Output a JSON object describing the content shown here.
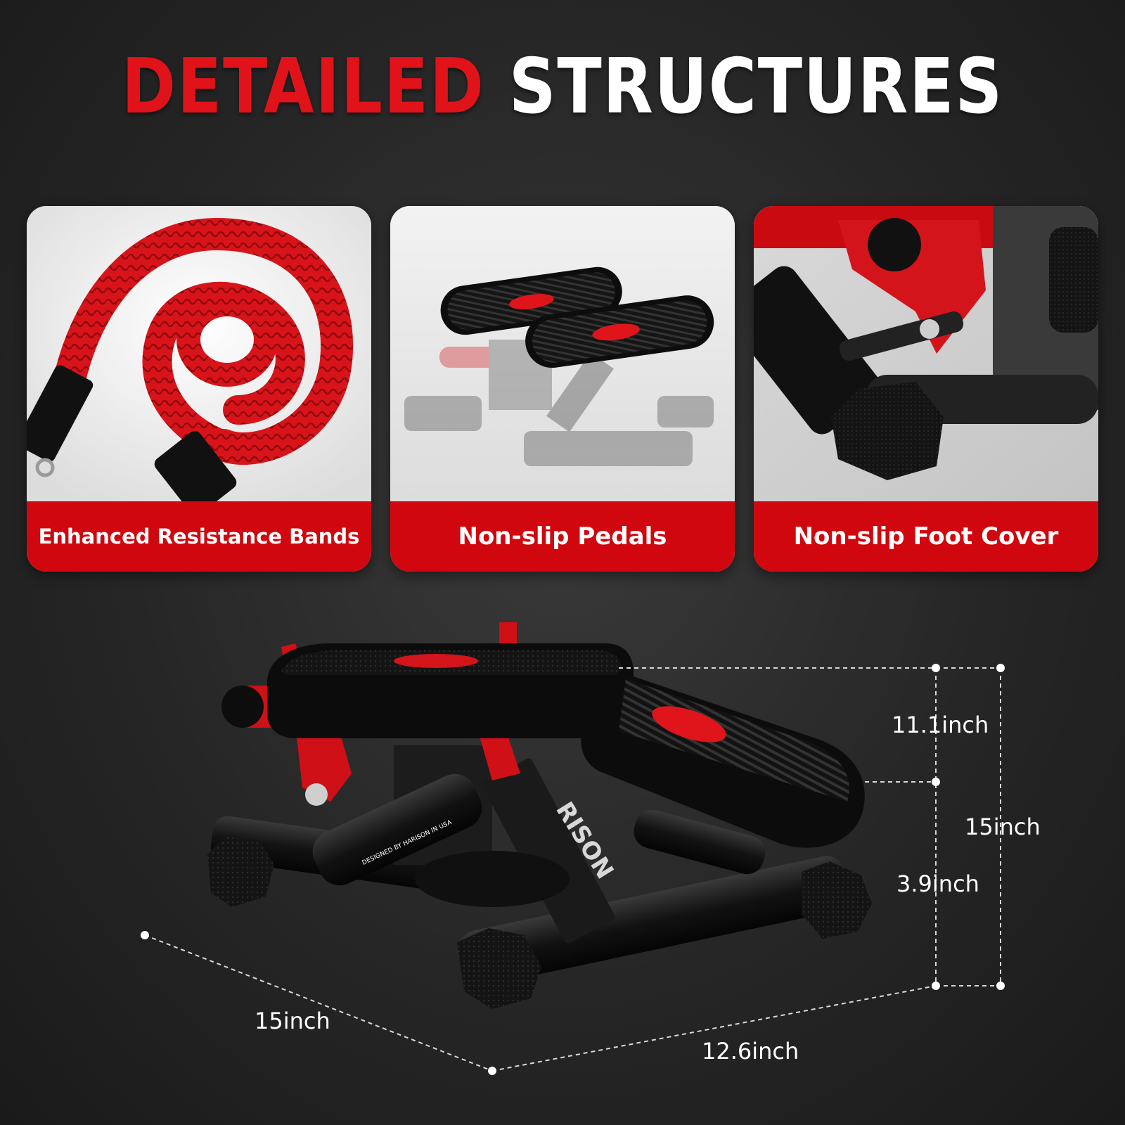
{
  "headline": {
    "word_red": "DETAILED",
    "word_white": "STRUCTURES"
  },
  "features": [
    {
      "caption": "Enhanced Resistance Bands",
      "icon": "resistance-band-photo"
    },
    {
      "caption": "Non-slip Pedals",
      "icon": "pedals-photo"
    },
    {
      "caption": "Non-slip Foot Cover",
      "icon": "foot-cover-photo"
    }
  ],
  "product": {
    "brand": "RISON",
    "sticker": "DESIGNED BY HARISON IN USA"
  },
  "dimensions": {
    "pedal_depth": "11.1inch",
    "height_total": "15inch",
    "height_base": "3.9inch",
    "length": "15inch",
    "width": "12.6inch"
  },
  "colors": {
    "accent_red": "#d0070e",
    "headline_red": "#e0131b",
    "background": "#262626"
  }
}
